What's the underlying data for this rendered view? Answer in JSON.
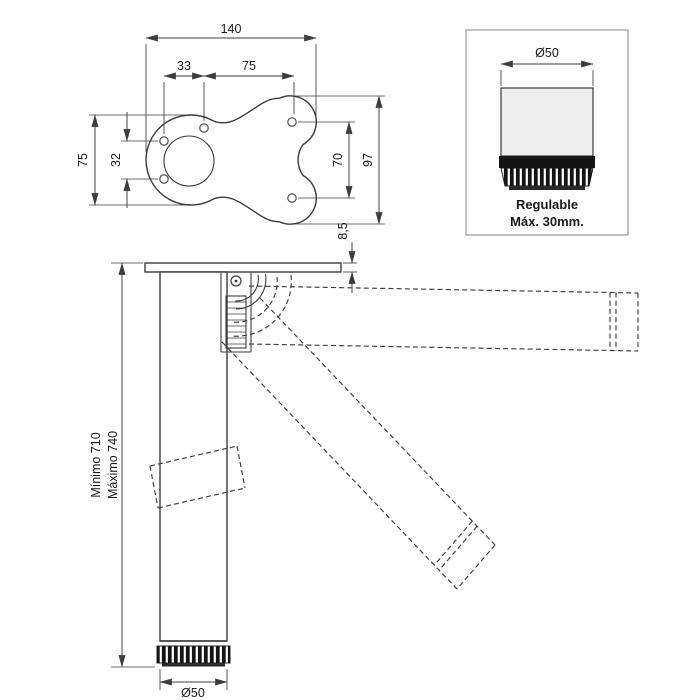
{
  "meta": {
    "description": "Technical drawing of a height-adjustable folding table leg with mounting plate"
  },
  "colors": {
    "background": "#ffffff",
    "line": "#3c3c3c",
    "dim": "#3c3c3c",
    "text": "#1a1a1a",
    "box_border": "#9a9a9a",
    "fill_cylinder": "#ededed",
    "fill_dark": "#141414"
  },
  "top_view": {
    "dim_total_width": "140",
    "dim_hole_offset_left": "33",
    "dim_hole_offset_right": "75",
    "dim_left_height": "75",
    "dim_left_hole_spacing": "32",
    "dim_right_hole_spacing": "70",
    "dim_right_height": "97"
  },
  "detail_box": {
    "dim_diameter": "Ø50",
    "caption_line1": "Regulable",
    "caption_line2": "Máx. 30mm."
  },
  "side_view": {
    "dim_plate_thickness": "8,5",
    "dim_height_min": "Mínimo 710",
    "dim_height_max": "Máximo 740",
    "dim_foot_diameter": "Ø50"
  }
}
